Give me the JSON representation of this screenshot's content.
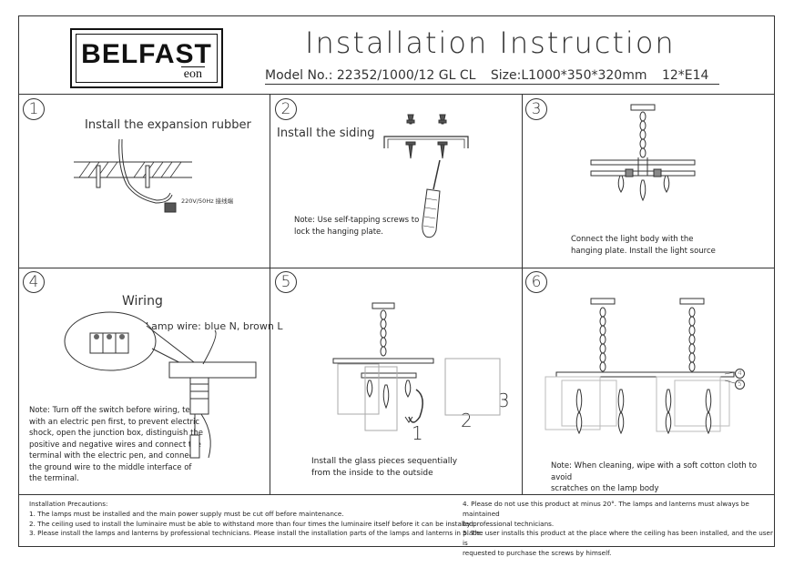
{
  "logo": {
    "main": "BELFAST",
    "sub": "eon"
  },
  "title": "Installation Instruction",
  "model": {
    "model_no": "Model No.:  22352/1000/12 GL CL",
    "size": "Size:L1000*350*320mm",
    "bulbs": "12*E14"
  },
  "steps": [
    {
      "num": "1",
      "label": "Install the expansion rubber",
      "small_label": "220V/50Hz 接线端"
    },
    {
      "num": "2",
      "label": "Install the siding",
      "note": [
        "Note: Use self-tapping screws to",
        "lock the hanging plate."
      ]
    },
    {
      "num": "3",
      "note": [
        "Connect the light body with the",
        "hanging plate. Install the light source"
      ]
    },
    {
      "num": "4",
      "label": "Wiring",
      "sub_label": "Lamp wire: blue N, brown L",
      "note": [
        "Note: Turn off the switch before wiring, test",
        "with an electric pen first, to prevent electric",
        "shock, open the junction box, distinguish the",
        "positive and negative wires and connect the",
        "terminal with the electric pen, and connect",
        "the ground wire to the middle interface of",
        "the terminal."
      ]
    },
    {
      "num": "5",
      "note": [
        "Install the glass pieces sequentially",
        "from the inside to the outside"
      ],
      "markers": [
        "1",
        "2",
        "3"
      ]
    },
    {
      "num": "6",
      "note": [
        "Note: When cleaning, wipe with a soft cotton cloth to avoid",
        "scratches on the lamp body"
      ],
      "markers": [
        "4",
        "5"
      ]
    }
  ],
  "precautions": {
    "left": [
      "Installation Precautions:",
      "1. The lamps must be installed and the main power supply must be cut off before maintenance.",
      "2. The ceiling used to install the luminaire must be able to withstand more than four times the luminaire itself before it can be installed.",
      "3. Please install the lamps and lanterns by professional technicians. Please install the installation parts of the lamps and lanterns in place."
    ],
    "right": [
      "4. Please do not use this product at minus 20°. The lamps and lanterns must always be maintained",
      "by professional technicians.",
      "5. The user installs this product at the place where the ceiling has been installed, and the user is",
      "requested to purchase the screws by himself."
    ]
  }
}
